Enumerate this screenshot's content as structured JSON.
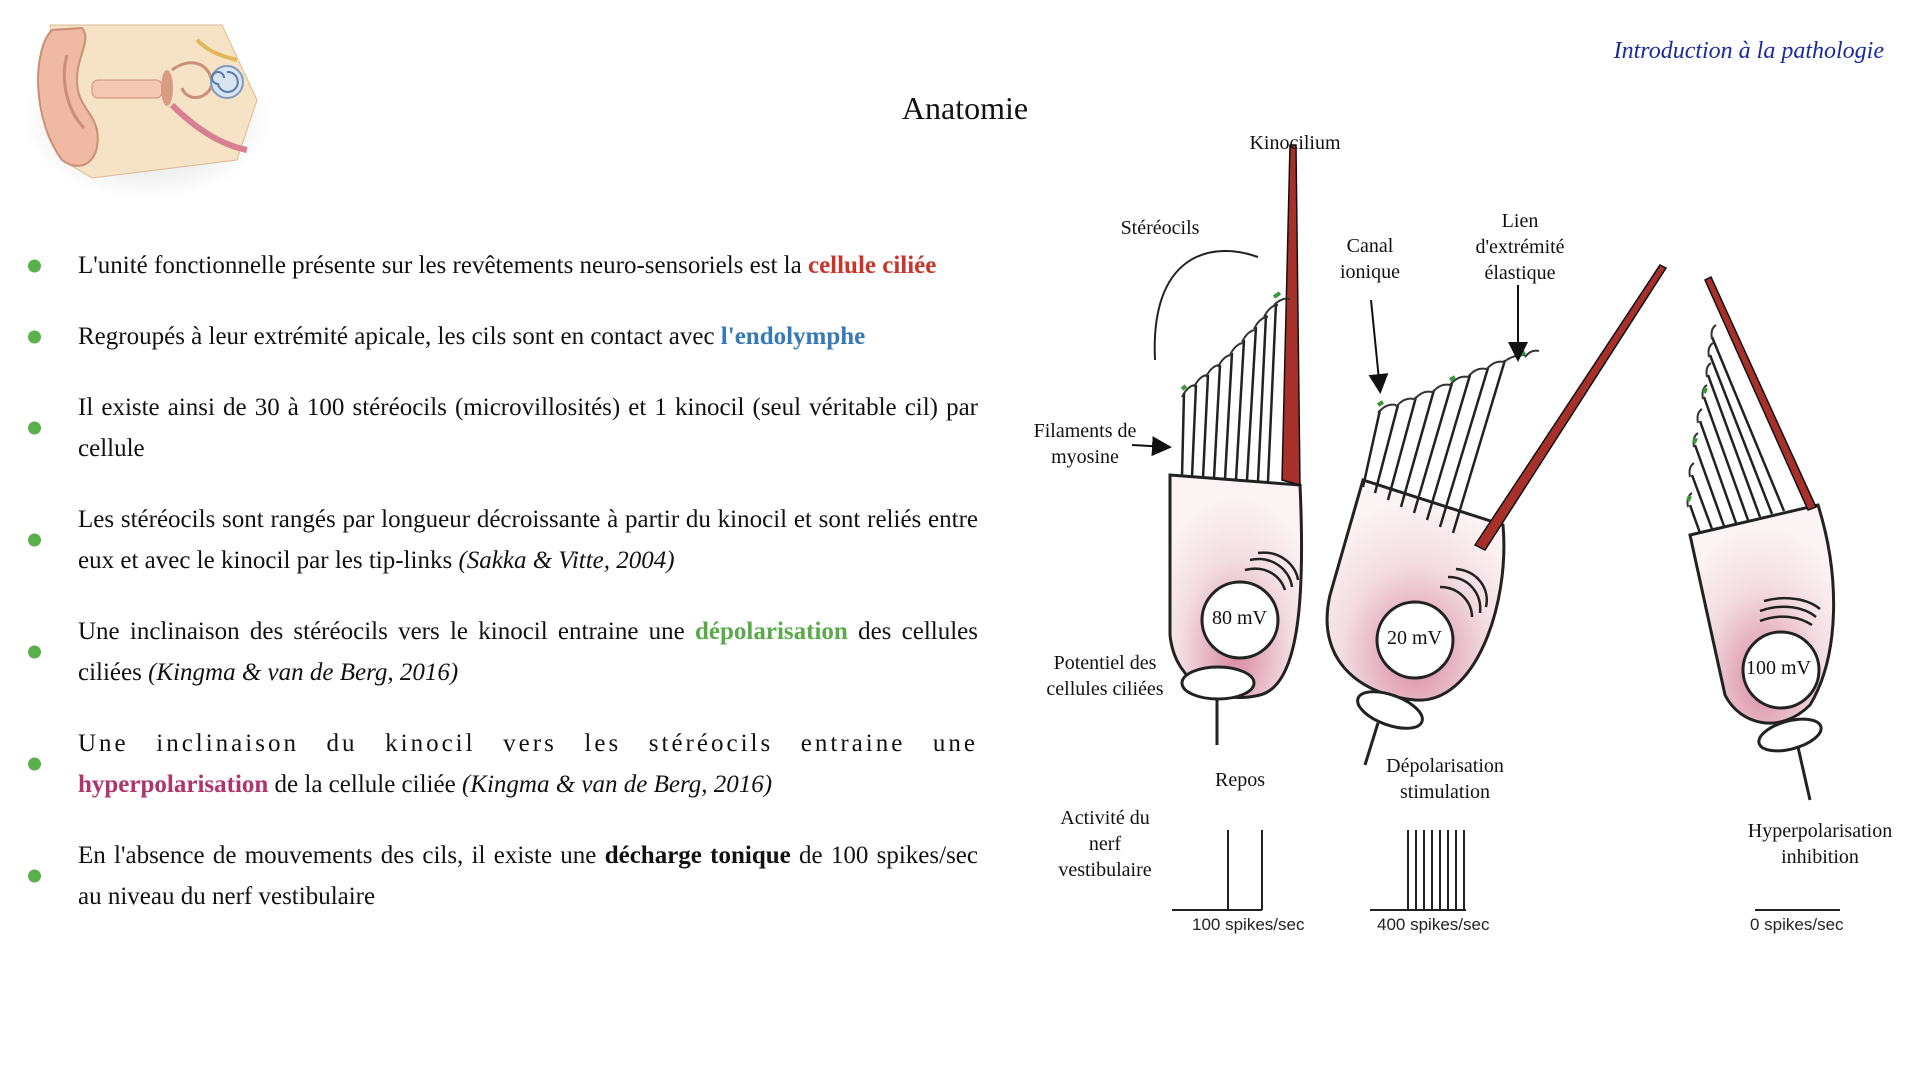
{
  "header": {
    "section": "Introduction à la pathologie",
    "title": "Anatomie"
  },
  "bullets": [
    {
      "text1": "L'unité fonctionnelle présente sur les revêtements neuro-sensoriels est la ",
      "kw": "cellule ciliée"
    },
    {
      "text1": "Regroupés à leur extrémité apicale, les cils sont en contact avec ",
      "kw": "l'endolymphe"
    },
    {
      "text1": "Il existe ainsi de 30 à 100 stéréocils (microvillosités) et 1 kinocil (seul véritable cil) par cellule"
    },
    {
      "text1": "Les stéréocils sont rangés par longueur décroissante à partir du kinocil et sont reliés entre eux et avec le kinocil par les tip-links ",
      "cite": "(Sakka & Vitte, 2004)"
    },
    {
      "text1": "Une inclinaison des stéréocils vers le kinocil entraine une ",
      "kw": "dépolarisation",
      "text2": " des cellules ciliées ",
      "cite": "(Kingma & van de Berg, 2016)"
    },
    {
      "text1": "Une inclinaison du kinocil vers les stéréocils entraine une ",
      "kw": "hyperpolarisation",
      "text2": " de la cellule ciliée ",
      "cite": "(Kingma & van de Berg, 2016)"
    },
    {
      "text1": "En l'absence de mouvements des cils, il existe une ",
      "kw": "décharge tonique",
      "text2": " de 100 spikes/sec au niveau du nerf vestibulaire"
    }
  ],
  "diagram": {
    "labels": {
      "kinocilium": "Kinocilium",
      "stereocils": "Stéréocils",
      "canal_1": "Canal",
      "canal_2": "ionique",
      "lien_1": "Lien",
      "lien_2": "d'extrémité",
      "lien_3": "élastique",
      "filaments_1": "Filaments de",
      "filaments_2": "myosine",
      "potentiel_1": "Potentiel des",
      "potentiel_2": "cellules ciliées",
      "repos": "Repos",
      "depol_1": "Dépolarisation",
      "depol_2": "stimulation",
      "hyper_1": "Hyperpolarisation",
      "hyper_2": "inhibition",
      "activite_1": "Activité du",
      "activite_2": "nerf",
      "activite_3": "vestibulaire"
    },
    "cells": [
      {
        "potential": "80 mV",
        "spike_rate": "100 spikes/sec",
        "spike_count": 2
      },
      {
        "potential": "20 mV",
        "spike_rate": "400 spikes/sec",
        "spike_count": 8
      },
      {
        "potential": "100 mV",
        "spike_rate": "0 spikes/sec",
        "spike_count": 0
      }
    ]
  },
  "colors": {
    "section": "#1a2a9a",
    "bullet": "#5ab04a",
    "red": "#c8352a",
    "blue": "#3579b8",
    "green": "#5aa94a",
    "pink": "#b0346d",
    "kinocil": "#a8302b"
  }
}
